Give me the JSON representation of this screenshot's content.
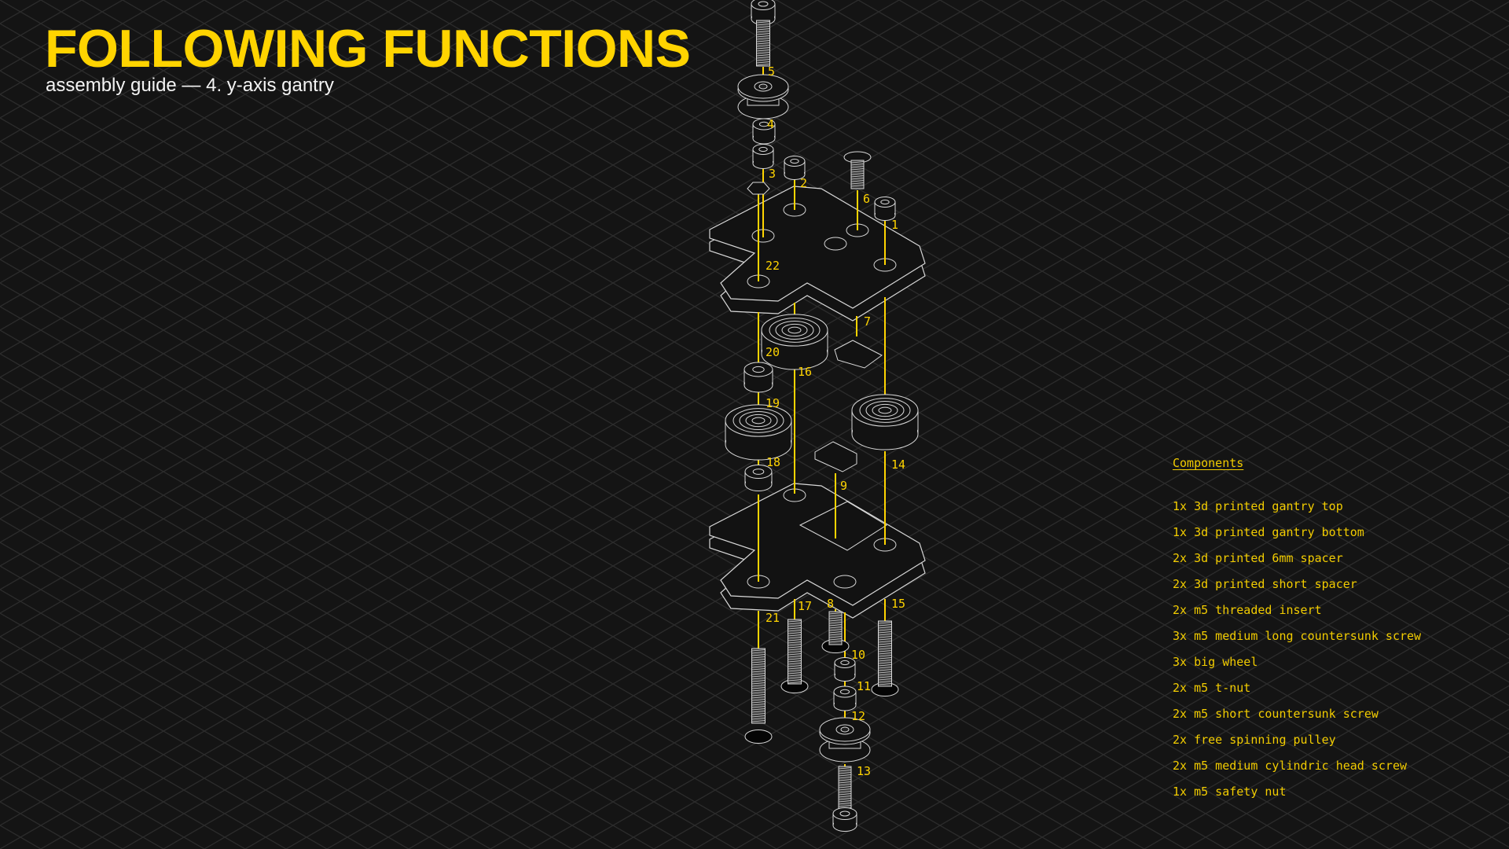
{
  "header": {
    "title": "FOLLOWING FUNCTIONS",
    "subtitle": "assembly guide —  4. y-axis gantry"
  },
  "components": {
    "heading": "Components",
    "items": [
      "1x 3d printed gantry top",
      "1x 3d printed gantry bottom",
      "2x 3d printed 6mm spacer",
      "2x 3d printed short spacer",
      "2x m5 threaded insert",
      "3x m5 medium long countersunk screw",
      "3x big wheel",
      "2x m5 t-nut",
      "2x m5 short countersunk screw",
      "2x free spinning pulley",
      "2x m5 medium cylindric head screw",
      "1x m5 safety nut"
    ]
  },
  "diagram": {
    "labels": [
      "1",
      "2",
      "3",
      "4",
      "5",
      "6",
      "7",
      "8",
      "9",
      "10",
      "11",
      "12",
      "13",
      "14",
      "14",
      "15",
      "16",
      "17",
      "18",
      "19",
      "20",
      "21",
      "22"
    ]
  },
  "colors": {
    "accent": "#ffd400",
    "background": "#141414",
    "grid": "#2c2c2c",
    "part_stroke": "#d8d8d8"
  }
}
